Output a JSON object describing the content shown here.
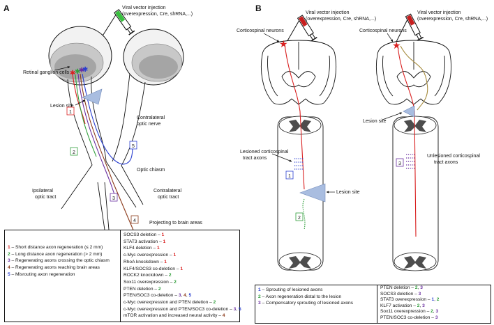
{
  "colors": {
    "red": "#d92020",
    "green": "#2f9e3a",
    "purple": "#6a2fa0",
    "brown": "#8b3a1a",
    "blue": "#2a3fd0",
    "lesion": "#a9bde0",
    "olive": "#a58a3c",
    "spinal_grey": "#4d4d4d"
  },
  "panel_a": {
    "letter": "A",
    "injection": [
      "Viral vector injection",
      "(overexpression, Cre, shRNA,...)"
    ],
    "retinal_ganglion_cells": "Retinal ganglion cells",
    "lesion_site": "Lesion site",
    "contralateral_optic_nerve": [
      "Contralateral",
      "optic nerve"
    ],
    "optic_chiasm": "Optic chiasm",
    "ipsilateral_optic_tract": [
      "Ipsilateral",
      "optic tract"
    ],
    "contralateral_optic_tract": [
      "Contralateral",
      "optic tract"
    ],
    "projecting": "Projecting to brain areas",
    "markers": [
      "1",
      "2",
      "3",
      "4",
      "5"
    ]
  },
  "panel_b": {
    "letter": "B",
    "injection_left": [
      "Viral vector injection",
      "(overexpression, Cre, shRNA,...)"
    ],
    "injection_right": [
      "Viral vector injection",
      "(overexpression, Cre, shRNA,...)"
    ],
    "corticospinal_left": "Corticospinal neurons",
    "corticospinal_right": "Corticospinal neurons",
    "lesioned_tract": [
      "Lesioned corticospinal",
      "tract axons"
    ],
    "lesion_site_mid": "Lesion site",
    "lesion_site_right": "Lesion site",
    "unlesioned_tract": [
      "Unlesioned corticospinal",
      "tract axons"
    ],
    "markers": [
      "1",
      "2",
      "3"
    ]
  },
  "legend_a": {
    "left": [
      {
        "n": "1",
        "text": "Short distance axon regeneration (≤ 2 mm)"
      },
      {
        "n": "2",
        "text": "Long distance axon regeneration (> 2 mm)"
      },
      {
        "n": "3",
        "text": "Regenerating axons crossing the optic chiasm"
      },
      {
        "n": "4",
        "text": "Regenerating axons reaching brain areas"
      },
      {
        "n": "5",
        "text": "Misrouting axon regeneration"
      }
    ],
    "right": [
      {
        "text": "SOCS3 deletion",
        "nums": [
          "1"
        ]
      },
      {
        "text": "STAT3 activation",
        "nums": [
          "1"
        ]
      },
      {
        "text": "KLF4 deletion",
        "nums": [
          "1"
        ]
      },
      {
        "text": "c-Myc overexpression",
        "nums": [
          "1"
        ]
      },
      {
        "text": "RhoA knockdown",
        "nums": [
          "1"
        ]
      },
      {
        "text": "KLF4/SOCS3 co-deletion",
        "nums": [
          "1"
        ]
      },
      {
        "text": "ROCK2 knockdown",
        "nums": [
          "2"
        ]
      },
      {
        "text": "Sox11 overexpression",
        "nums": [
          "2"
        ]
      },
      {
        "text": "PTEN deletion",
        "nums": [
          "2"
        ]
      },
      {
        "text": "PTEN/SOC3 co-deletion",
        "nums": [
          "3",
          "4",
          "5"
        ]
      },
      {
        "text": "c-Myc overexpression and PTEN deletion",
        "nums": [
          "2"
        ]
      },
      {
        "text": "c-Myc overexpression and PTEN/SOC3 co-deletion",
        "nums": [
          "3",
          "5"
        ]
      },
      {
        "text": "mTOR activation and increased neural activity",
        "nums": [
          "4"
        ]
      }
    ]
  },
  "legend_b": {
    "left": [
      {
        "n": "1",
        "text": "Sprouting of lesioned axons"
      },
      {
        "n": "2",
        "text": "Axon regeneration distal to the lesion"
      },
      {
        "n": "3",
        "text": "Compensatory sprouting of lesioned axons"
      }
    ],
    "right": [
      {
        "text": "PTEN deletion",
        "nums": [
          "2",
          "3"
        ]
      },
      {
        "text": "SOCS3 deletion",
        "nums": [
          "3"
        ]
      },
      {
        "text": "STAT3 overexpression",
        "nums": [
          "1",
          "2"
        ]
      },
      {
        "text": "KLF7 activation",
        "nums": [
          "2",
          "3"
        ]
      },
      {
        "text": "Sox11 overexpression",
        "nums": [
          "2",
          "3"
        ]
      },
      {
        "text": "PTEN/SOC3 co-deletion",
        "nums": [
          "3"
        ]
      }
    ]
  }
}
